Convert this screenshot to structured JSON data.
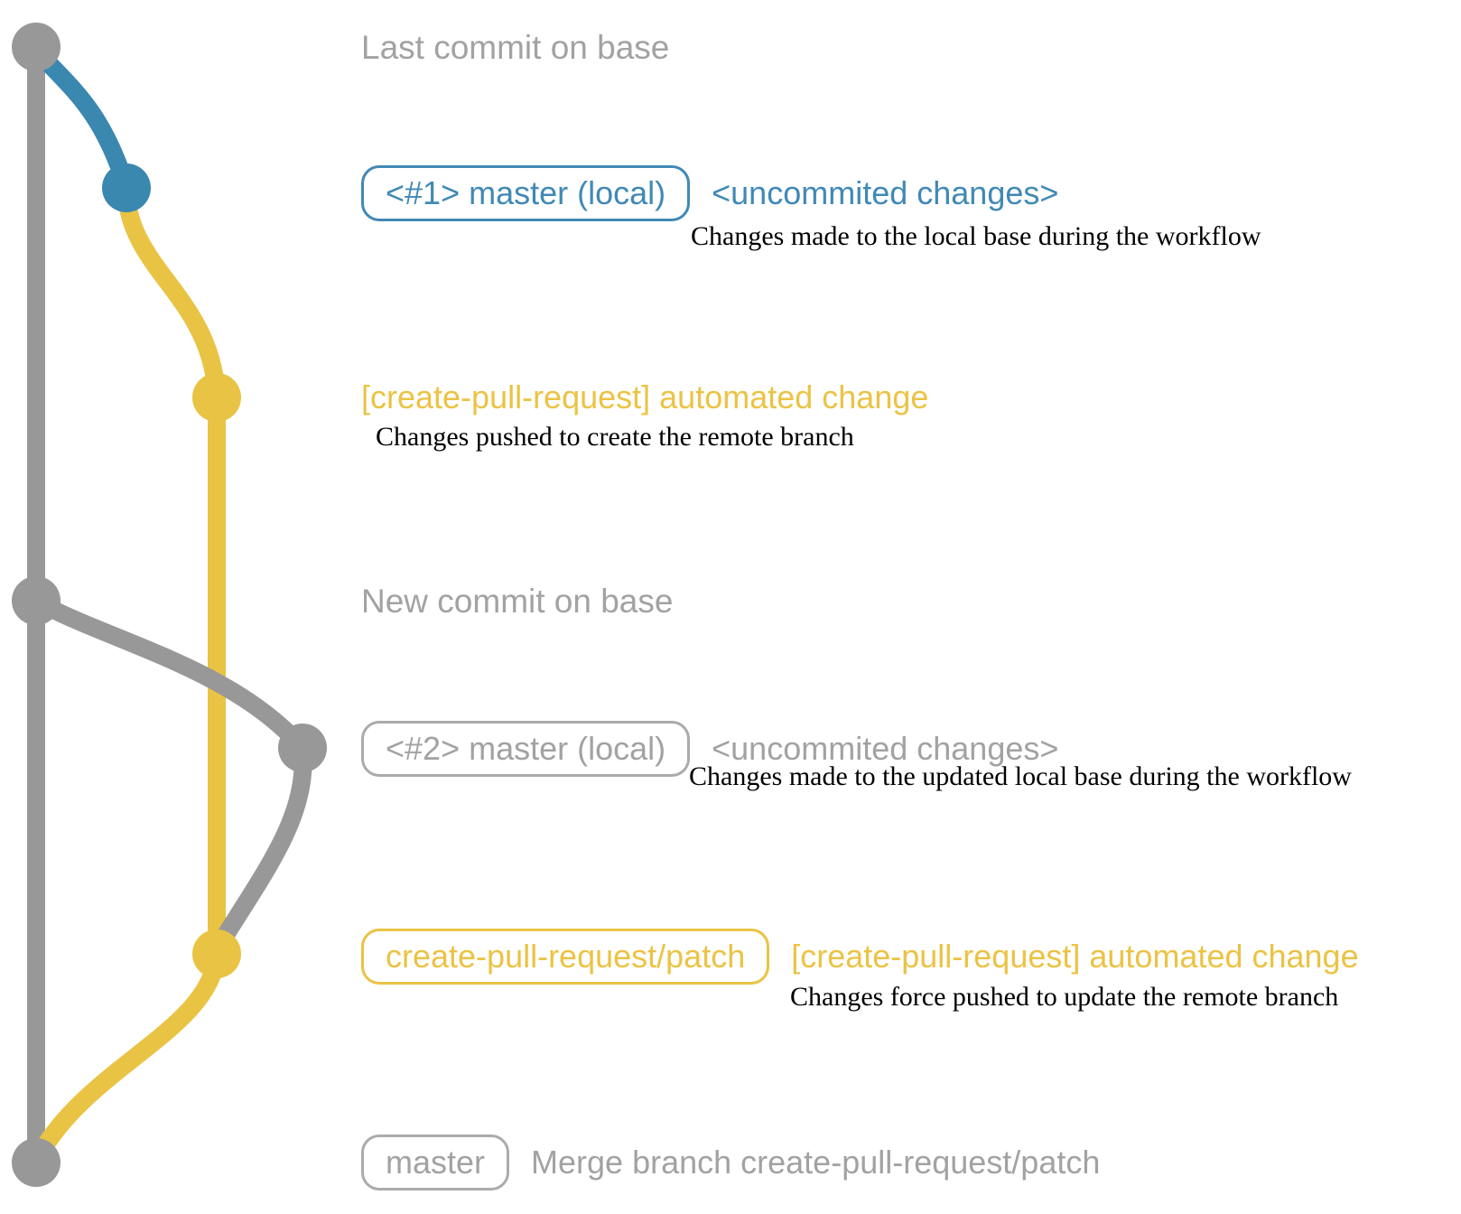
{
  "colors": {
    "background": "#ffffff",
    "graph-gray": "#989898",
    "graph-blue": "#3a87b0",
    "graph-yellow": "#e9c343",
    "text-gray": "#a2a2a2",
    "text-blue": "#4189b5",
    "text-yellow": "#ebc344",
    "pill-gray-border": "#ababab",
    "text-serif": "#000000"
  },
  "diagram": {
    "top_note": "Last commit on base",
    "mid_note": "New commit on base",
    "row_master_local_1": {
      "pill": "<#1> master (local)",
      "headline": "<uncommited changes>",
      "description": "Changes made to the local base during the workflow"
    },
    "row_automated_change_1": {
      "headline": "[create-pull-request] automated change",
      "description": "Changes pushed to create the remote branch"
    },
    "row_master_local_2": {
      "pill": "<#2> master (local)",
      "headline": "<uncommited changes>",
      "description": "Changes made to the updated local base during the workflow"
    },
    "row_patch_branch": {
      "pill": "create-pull-request/patch",
      "headline": "[create-pull-request] automated change",
      "description": "Changes force pushed to update the remote branch"
    },
    "row_master_merge": {
      "pill": "master",
      "headline": "Merge branch create-pull-request/patch"
    },
    "commits": [
      {
        "branch": "base",
        "color": "gray",
        "note": "Last commit on base"
      },
      {
        "branch": "master (local)",
        "color": "blue",
        "note": "<uncommited changes>"
      },
      {
        "branch": "create-pull-request/patch",
        "color": "yellow",
        "note": "[create-pull-request] automated change"
      },
      {
        "branch": "base",
        "color": "gray",
        "note": "New commit on base"
      },
      {
        "branch": "master (local)",
        "color": "gray",
        "note": "<uncommited changes>"
      },
      {
        "branch": "create-pull-request/patch",
        "color": "yellow",
        "note": "[create-pull-request] automated change"
      },
      {
        "branch": "master",
        "color": "gray",
        "note": "Merge branch create-pull-request/patch"
      }
    ]
  }
}
